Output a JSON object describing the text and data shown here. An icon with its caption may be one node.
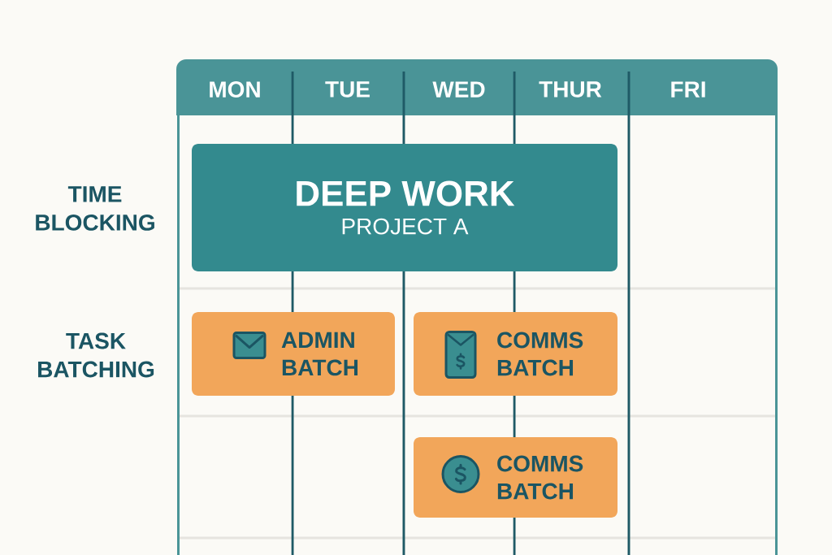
{
  "diagram": {
    "nodes": [
      {
        "text": [
          "MON",
          "TUE",
          "WED",
          "THUR",
          "FRI"
        ]
      },
      {
        "text": [
          "DEEP WORK",
          "PROJECT A"
        ]
      },
      {
        "text": [
          "ADMIN BATCH"
        ]
      },
      {
        "text": [
          "COMMS BATCH"
        ]
      },
      {
        "text": [
          "COMMS BATCH"
        ]
      }
    ],
    "labels": [
      "TIME BLOCKING",
      "TASK BATCHING"
    ]
  }
}
